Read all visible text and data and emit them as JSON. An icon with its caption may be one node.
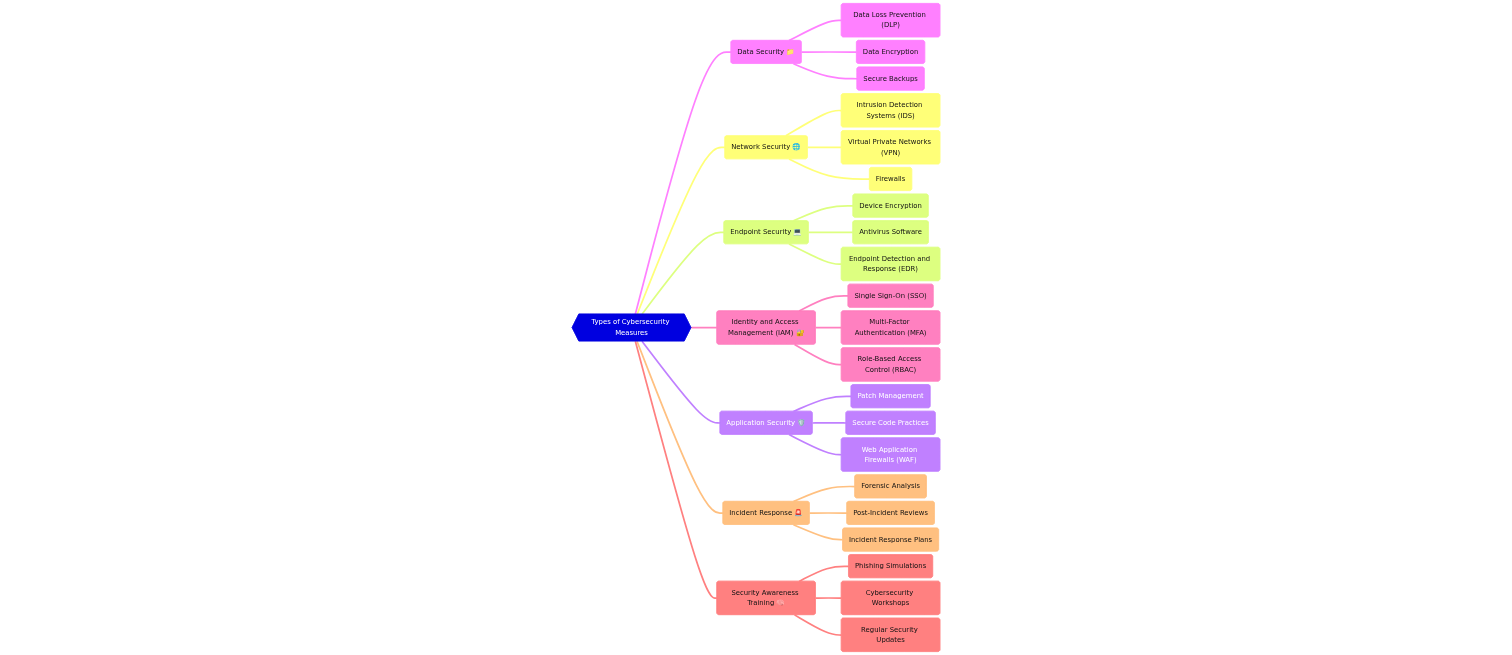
{
  "diagram": {
    "nodes": [
      {
        "text": [
          "Types of Cybersecurity Measures"
        ]
      },
      {
        "text": [
          "Data Security 📁"
        ]
      },
      {
        "text": [
          "Data Loss Prevention (DLP)"
        ]
      },
      {
        "text": [
          "Data Encryption"
        ]
      },
      {
        "text": [
          "Secure Backups"
        ]
      },
      {
        "text": [
          "Network Security 🌐"
        ]
      },
      {
        "text": [
          "Intrusion Detection Systems (IDS)"
        ]
      },
      {
        "text": [
          "Virtual Private Networks (VPN)"
        ]
      },
      {
        "text": [
          "Firewalls"
        ]
      },
      {
        "text": [
          "Endpoint Security 💻"
        ]
      },
      {
        "text": [
          "Device Encryption"
        ]
      },
      {
        "text": [
          "Antivirus Software"
        ]
      },
      {
        "text": [
          "Endpoint Detection and Response (EDR)"
        ]
      },
      {
        "text": [
          "Identity and Access Management (IAM) 🔐"
        ]
      },
      {
        "text": [
          "Single Sign-On (SSO)"
        ]
      },
      {
        "text": [
          "Multi-Factor Authentication (MFA)"
        ]
      },
      {
        "text": [
          "Role-Based Access Control (RBAC)"
        ]
      },
      {
        "text": [
          "Application Security 🛡️"
        ]
      },
      {
        "text": [
          "Patch Management"
        ]
      },
      {
        "text": [
          "Secure Code Practices"
        ]
      },
      {
        "text": [
          "Web Application Firewalls (WAF)"
        ]
      },
      {
        "text": [
          "Incident Response 🚨"
        ]
      },
      {
        "text": [
          "Forensic Analysis"
        ]
      },
      {
        "text": [
          "Post-Incident Reviews"
        ]
      },
      {
        "text": [
          "Incident Response Plans"
        ]
      },
      {
        "text": [
          "Security Awareness Training 🧠"
        ]
      },
      {
        "text": [
          "Phishing Simulations"
        ]
      },
      {
        "text": [
          "Cybersecurity Workshops"
        ]
      },
      {
        "text": [
          "Regular Security Updates"
        ]
      }
    ],
    "edges": [
      {
        "from": 0,
        "to": 1,
        "arrow": "none",
        "color": "#ff80ff"
      },
      {
        "from": 1,
        "to": 2,
        "arrow": "none",
        "color": "#ff80ff"
      },
      {
        "from": 1,
        "to": 3,
        "arrow": "none",
        "color": "#ff80ff"
      },
      {
        "from": 1,
        "to": 4,
        "arrow": "none",
        "color": "#ff80ff"
      },
      {
        "from": 0,
        "to": 5,
        "arrow": "none",
        "color": "#ffff78"
      },
      {
        "from": 5,
        "to": 6,
        "arrow": "none",
        "color": "#ffff78"
      },
      {
        "from": 5,
        "to": 7,
        "arrow": "none",
        "color": "#ffff78"
      },
      {
        "from": 5,
        "to": 8,
        "arrow": "none",
        "color": "#ffff78"
      },
      {
        "from": 0,
        "to": 9,
        "arrow": "none",
        "color": "#ddff80"
      },
      {
        "from": 9,
        "to": 10,
        "arrow": "none",
        "color": "#ddff80"
      },
      {
        "from": 9,
        "to": 11,
        "arrow": "none",
        "color": "#ddff80"
      },
      {
        "from": 9,
        "to": 12,
        "arrow": "none",
        "color": "#ddff80"
      },
      {
        "from": 0,
        "to": 13,
        "arrow": "none",
        "color": "#ff80c0"
      },
      {
        "from": 13,
        "to": 14,
        "arrow": "none",
        "color": "#ff80c0"
      },
      {
        "from": 13,
        "to": 15,
        "arrow": "none",
        "color": "#ff80c0"
      },
      {
        "from": 13,
        "to": 16,
        "arrow": "none",
        "color": "#ff80c0"
      },
      {
        "from": 0,
        "to": 17,
        "arrow": "none",
        "color": "#c080ff"
      },
      {
        "from": 17,
        "to": 18,
        "arrow": "none",
        "color": "#c080ff"
      },
      {
        "from": 17,
        "to": 19,
        "arrow": "none",
        "color": "#c080ff"
      },
      {
        "from": 17,
        "to": 20,
        "arrow": "none",
        "color": "#c080ff"
      },
      {
        "from": 0,
        "to": 21,
        "arrow": "none",
        "color": "#ffc080"
      },
      {
        "from": 21,
        "to": 22,
        "arrow": "none",
        "color": "#ffc080"
      },
      {
        "from": 21,
        "to": 23,
        "arrow": "none",
        "color": "#ffc080"
      },
      {
        "from": 21,
        "to": 24,
        "arrow": "none",
        "color": "#ffc080"
      },
      {
        "from": 0,
        "to": 25,
        "arrow": "none",
        "color": "#ff8080"
      },
      {
        "from": 25,
        "to": 26,
        "arrow": "none",
        "color": "#ff8080"
      },
      {
        "from": 25,
        "to": 27,
        "arrow": "none",
        "color": "#ff8080"
      },
      {
        "from": 25,
        "to": 28,
        "arrow": "none",
        "color": "#ff8080"
      }
    ]
  }
}
